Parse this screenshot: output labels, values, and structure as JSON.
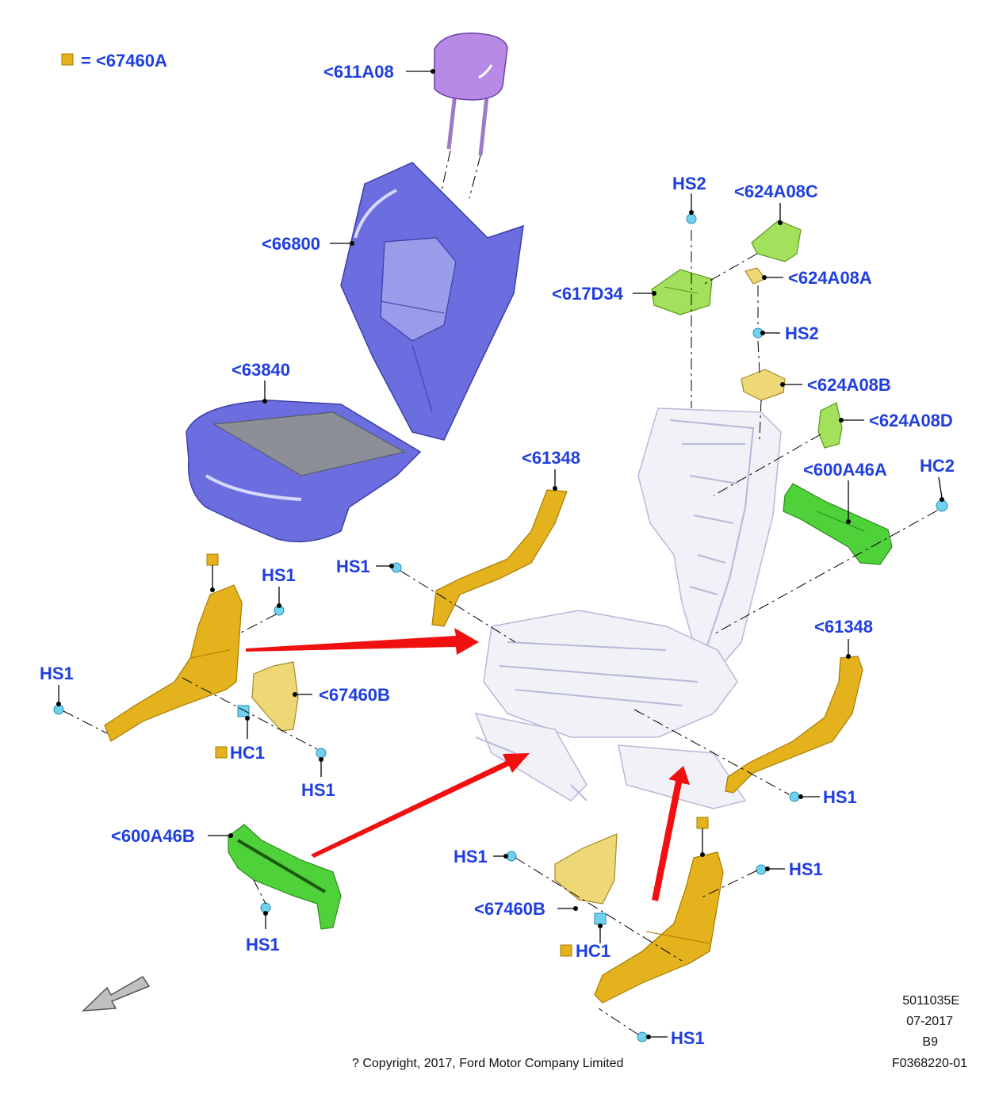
{
  "legend": {
    "swatch_color": "#e3b21d",
    "text": "= <67460A"
  },
  "labels": {
    "headrest": "<611A08",
    "seat_back": "<66800",
    "seat_cushion": "<63840",
    "hs2_top": "HS2",
    "bracket_624a08c": "<624A08C",
    "bracket_624a08a": "<624A08A",
    "module_617d34": "<617D34",
    "hs2_mid": "HS2",
    "bracket_624a08b": "<624A08B",
    "bracket_624a08d": "<624A08D",
    "shield_600a46a": "<600A46A",
    "hc2": "HC2",
    "trim_61348_left": "<61348",
    "trim_61348_right": "<61348",
    "hs1_center_left": "HS1",
    "hs1_left_shield": "HS1",
    "hs1_far_left": "HS1",
    "shield_67460b_left": "<67460B",
    "hc1_left": "HC1",
    "hs1_left_bottom": "HS1",
    "shield_600a46b": "<600A46B",
    "hs1_600a46b": "HS1",
    "hs1_right_trim": "HS1",
    "hs1_lower_center": "HS1",
    "shield_67460b_right": "<67460B",
    "hc1_right": "HC1",
    "hs1_right_shield": "HS1",
    "hs1_bottom_right": "HS1"
  },
  "footer": {
    "ref_code": "5011035E",
    "date": "07-2017",
    "rev": "B9",
    "part_code": "F0368220-01",
    "copyright": "? Copyright, 2017, Ford Motor Company Limited"
  },
  "colors": {
    "label_blue": "#1f3ee0",
    "marker_gold": "#e3b21d",
    "arrow_red": "#f01010"
  },
  "icons": [
    "front-direction-arrow-icon"
  ]
}
